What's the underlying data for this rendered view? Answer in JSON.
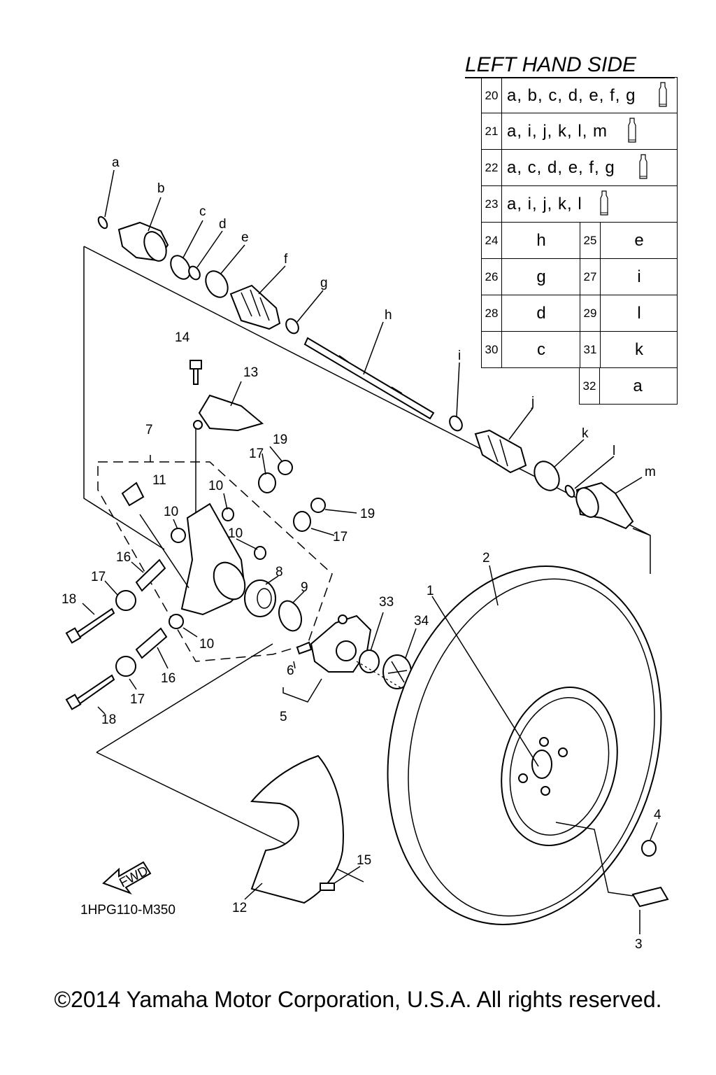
{
  "legend": {
    "title": "LEFT HAND SIDE",
    "rows": [
      {
        "num": "20",
        "parts": "a, b, c, d, e, f, g"
      },
      {
        "num": "21",
        "parts": "a, i, j, k, l, m"
      },
      {
        "num": "22",
        "parts": "a, c, d, e, f, g"
      },
      {
        "num": "23",
        "parts": "a, i, j, k, l"
      }
    ],
    "pairs": [
      {
        "left_num": "24",
        "left_val": "h",
        "right_num": "25",
        "right_val": "e"
      },
      {
        "left_num": "26",
        "left_val": "g",
        "right_num": "27",
        "right_val": "i"
      },
      {
        "left_num": "28",
        "left_val": "d",
        "right_num": "29",
        "right_val": "l"
      },
      {
        "left_num": "30",
        "left_val": "c",
        "right_num": "31",
        "right_val": "k"
      }
    ],
    "last": {
      "num": "32",
      "val": "a"
    }
  },
  "labels": {
    "a": "a",
    "b": "b",
    "c": "c",
    "d": "d",
    "e": "e",
    "f": "f",
    "g": "g",
    "h": "h",
    "i": "i",
    "j": "j",
    "k": "k",
    "l": "l",
    "m": "m",
    "n1": "1",
    "n2": "2",
    "n3": "3",
    "n4": "4",
    "n5": "5",
    "n6": "6",
    "n7": "7",
    "n8": "8",
    "n9": "9",
    "n10": "10",
    "n11": "11",
    "n12": "12",
    "n13": "13",
    "n14": "14",
    "n15": "15",
    "n16": "16",
    "n17": "17",
    "n18": "18",
    "n19": "19",
    "n33": "33",
    "n34": "34"
  },
  "fwd_label": "FWD",
  "drawing_code": "1HPG110-M350",
  "copyright": "©2014 Yamaha Motor Corporation, U.S.A. All rights reserved."
}
